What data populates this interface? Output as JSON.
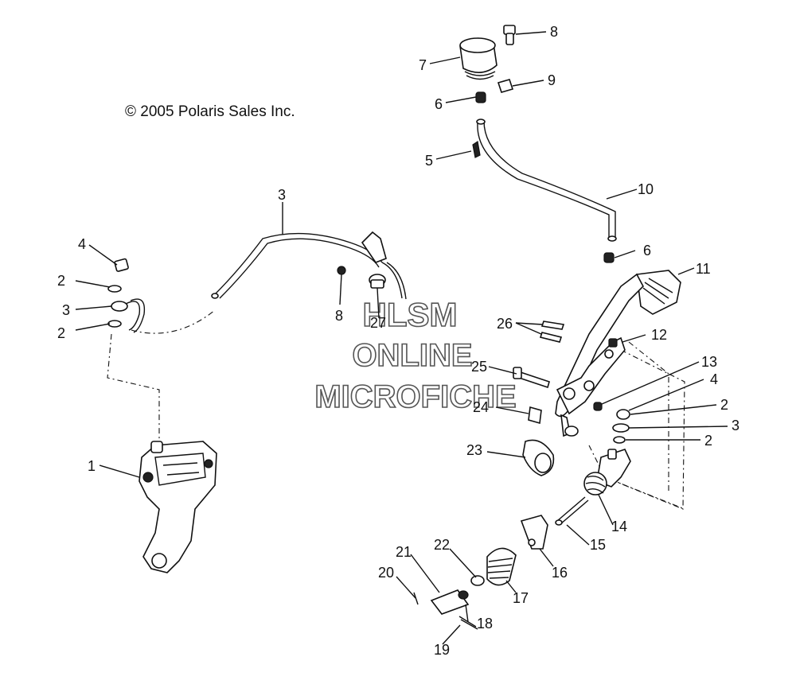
{
  "copyright": "© 2005 Polaris Sales Inc.",
  "watermark": {
    "line1": "HLSM",
    "line2": "ONLINE",
    "line3": "MICROFICHE"
  },
  "callouts": {
    "c1": "1",
    "c2a": "2",
    "c2b": "2",
    "c2c": "2",
    "c2d": "2",
    "c3a": "3",
    "c3b": "3",
    "c3c": "3",
    "c4a": "4",
    "c4b": "4",
    "c5": "5",
    "c6a": "6",
    "c6b": "6",
    "c7": "7",
    "c8a": "8",
    "c8b": "8",
    "c9": "9",
    "c10": "10",
    "c11": "11",
    "c12": "12",
    "c13": "13",
    "c14": "14",
    "c15": "15",
    "c16": "16",
    "c17": "17",
    "c18": "18",
    "c19": "19",
    "c20": "20",
    "c21": "21",
    "c22": "22",
    "c23": "23",
    "c24": "24",
    "c25": "25",
    "c26": "26",
    "c27": "27"
  }
}
